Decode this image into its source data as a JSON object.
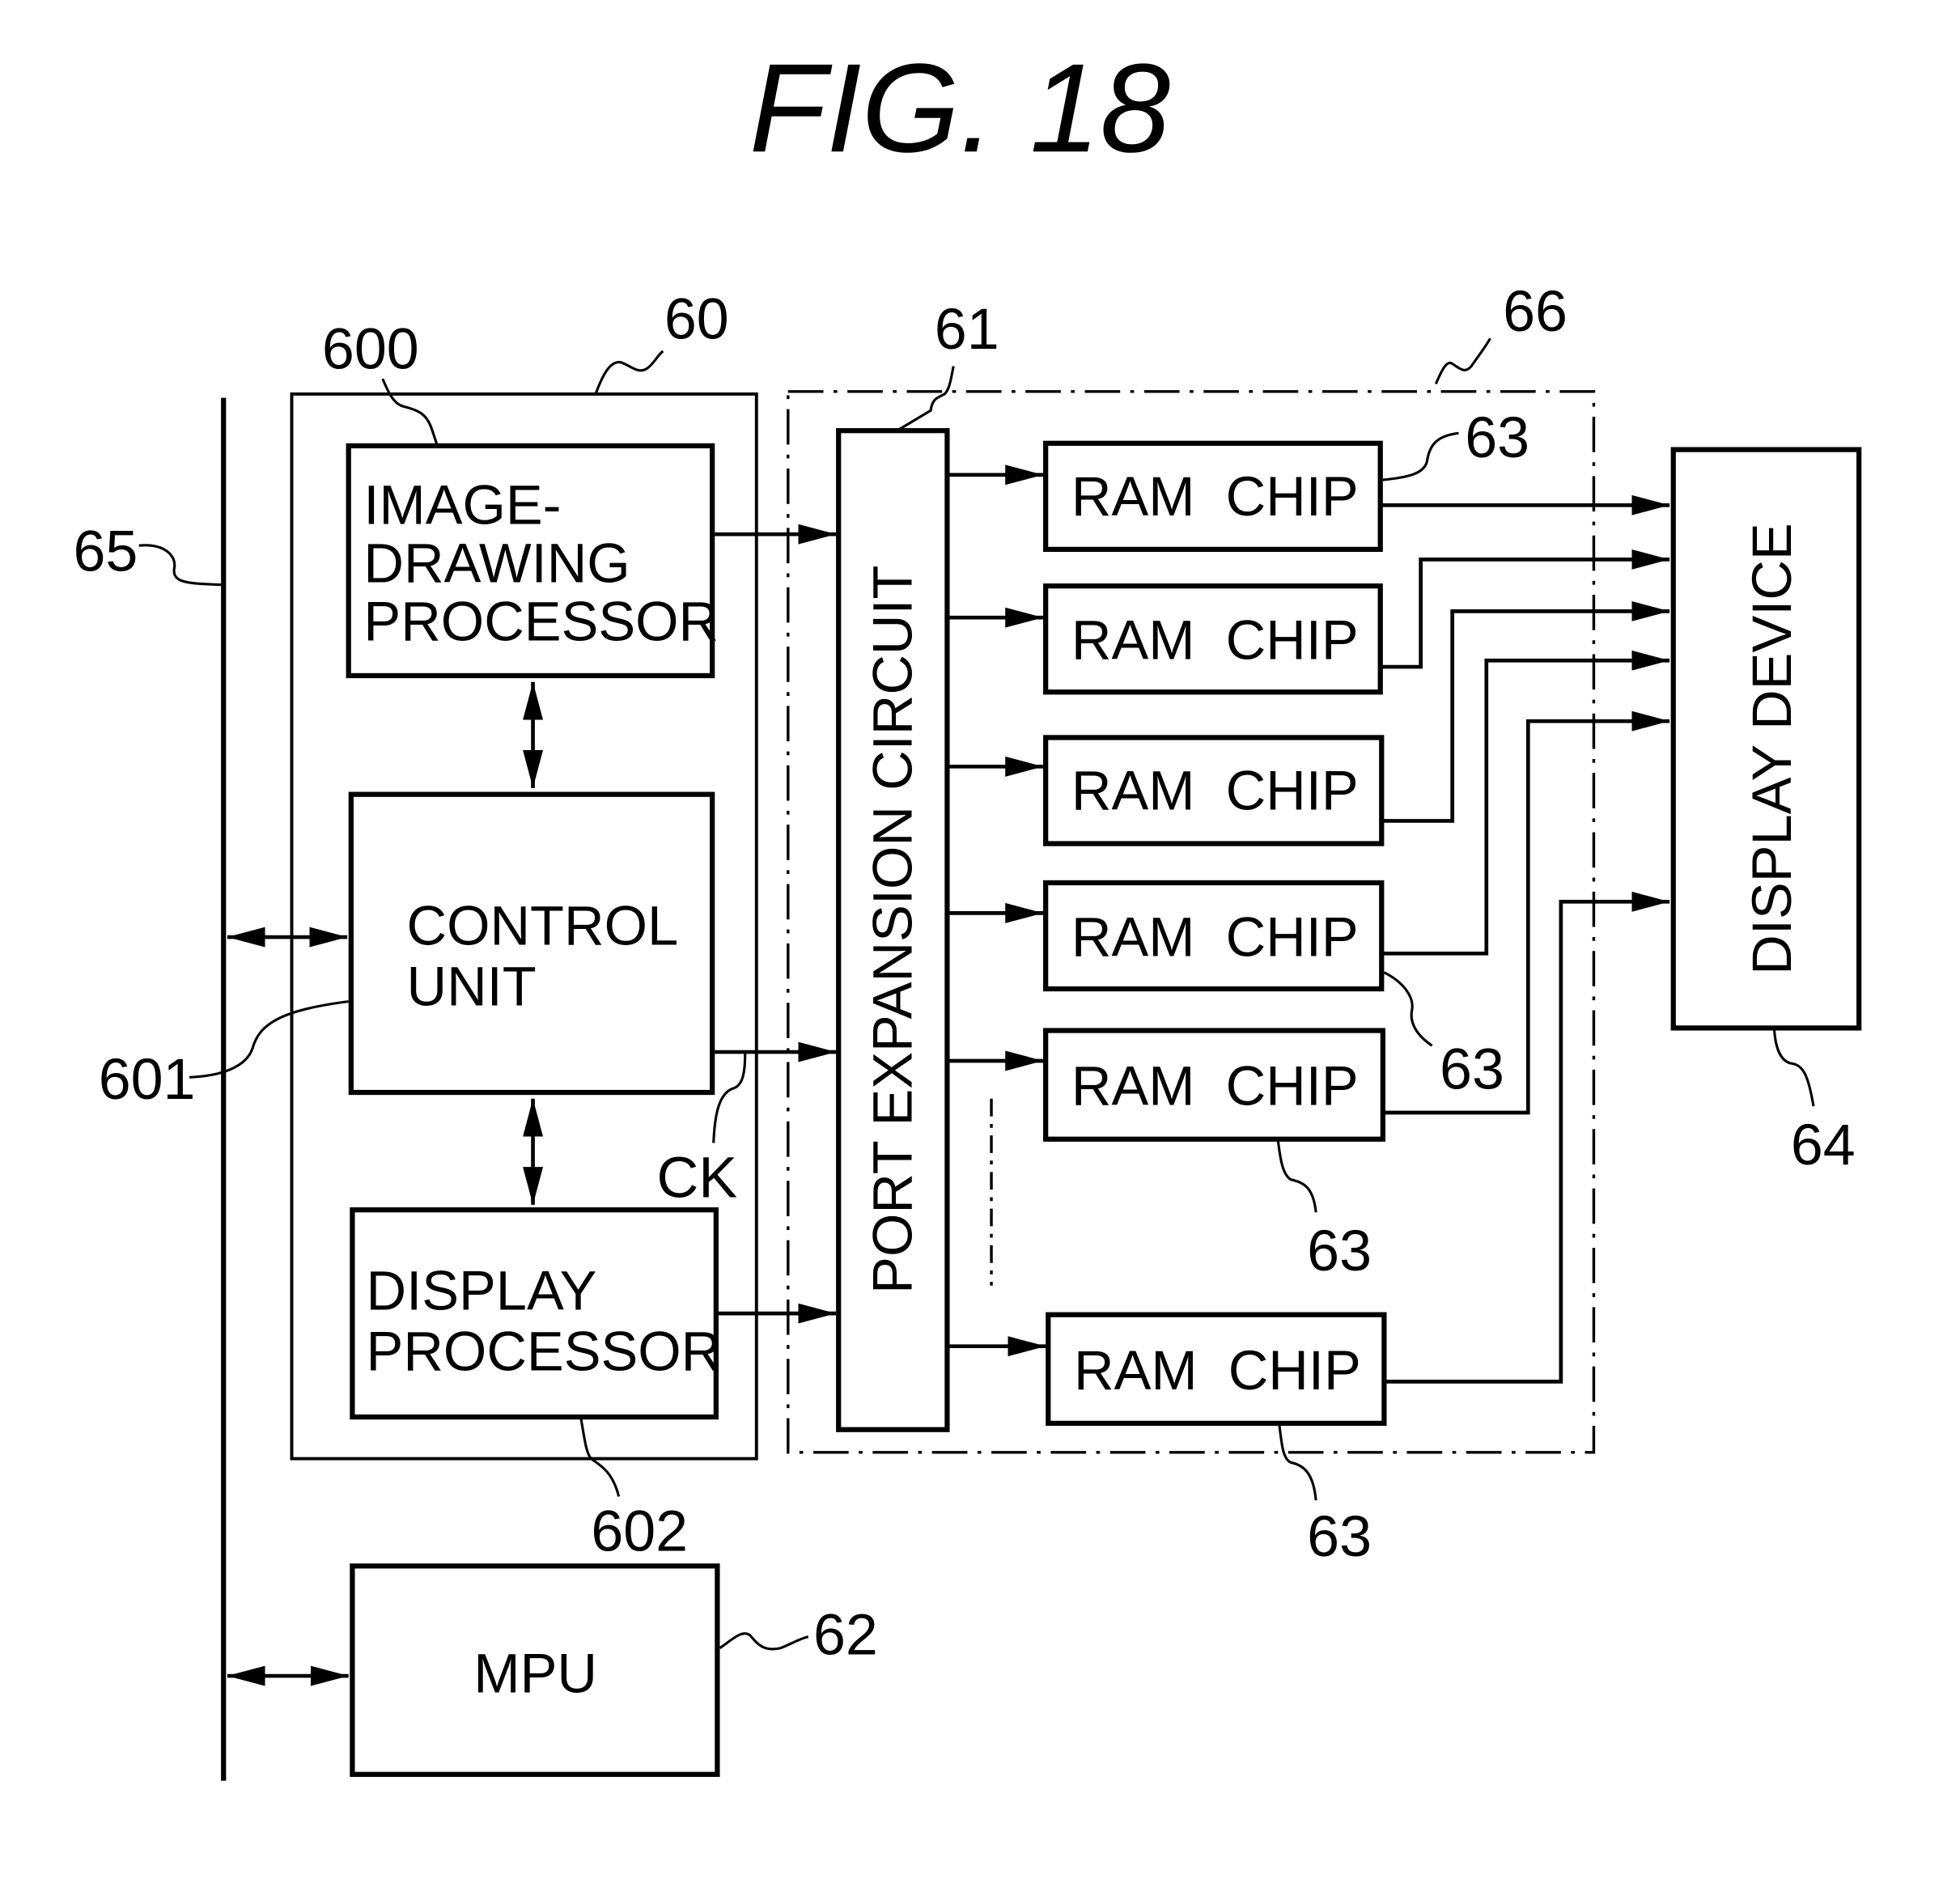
{
  "figure": {
    "title": "FIG.  18"
  },
  "blocks": {
    "image_drawing_processor": {
      "lines": [
        "IMAGE-",
        "DRAWING",
        "PROCESSOR"
      ],
      "ref": "600"
    },
    "control_unit": {
      "lines": [
        "CONTROL",
        "UNIT"
      ],
      "ref": "601"
    },
    "display_processor": {
      "lines": [
        "DISPLAY",
        "PROCESSOR"
      ],
      "ref": "602"
    },
    "graphics_unit": {
      "ref": "60"
    },
    "port_expansion_circuit": {
      "label": "PORT EXPANSION CIRCUIT",
      "ref": "61"
    },
    "mpu": {
      "label": "MPU",
      "ref": "62"
    },
    "display_device": {
      "label": "DISPLAY DEVICE",
      "ref": "64"
    },
    "bus": {
      "ref": "65"
    },
    "memory_module": {
      "ref": "66"
    }
  },
  "ram_chips": [
    {
      "label": "RAM  CHIP",
      "ref": "63"
    },
    {
      "label": "RAM  CHIP",
      "ref": ""
    },
    {
      "label": "RAM  CHIP",
      "ref": ""
    },
    {
      "label": "RAM  CHIP",
      "ref": "63"
    },
    {
      "label": "RAM  CHIP",
      "ref": "63"
    },
    {
      "label": "RAM  CHIP",
      "ref": "63"
    }
  ],
  "signals": {
    "clock": "CK"
  }
}
